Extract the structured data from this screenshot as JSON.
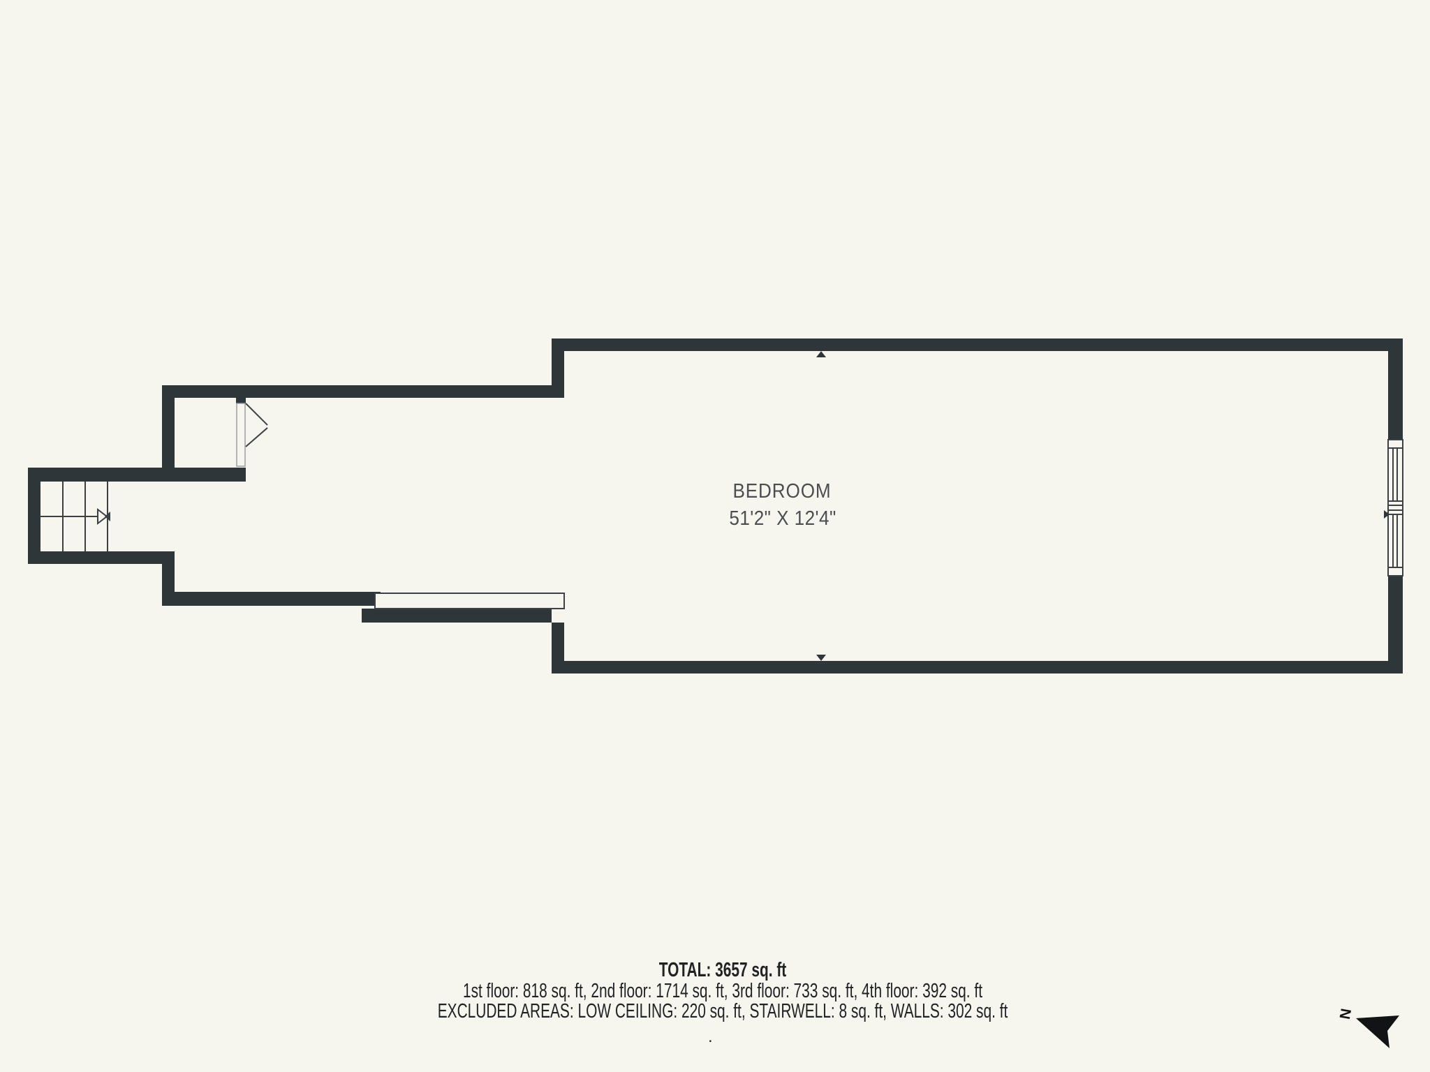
{
  "room": {
    "name": "BEDROOM",
    "dimensions": "51'2\" X 12'4\""
  },
  "summary": {
    "total": "TOTAL: 3657 sq. ft",
    "floors": "1st floor: 818 sq. ft, 2nd floor: 1714 sq. ft, 3rd floor: 733 sq. ft, 4th floor: 392 sq. ft",
    "excluded": "EXCLUDED AREAS: LOW CEILING: 220 sq. ft, STAIRWELL: 8 sq. ft, WALLS: 302 sq. ft",
    "footnote": "."
  },
  "compass": {
    "north_label": "N"
  },
  "colors": {
    "background": "#f6f5ee",
    "wall": "#2f363a",
    "line": "#3b4145",
    "room_text": "#4a4e51",
    "summary_text": "#202325",
    "arrow": "#121315"
  }
}
